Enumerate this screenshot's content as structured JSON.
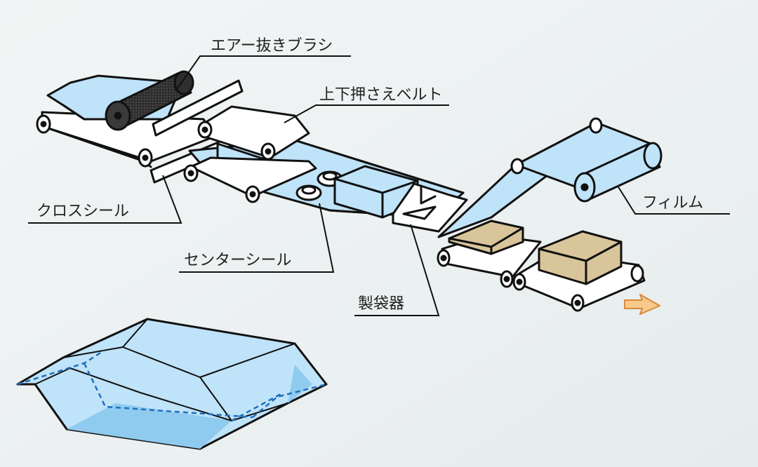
{
  "labels": {
    "air_brush": "エアー抜きブラシ",
    "belt": "上下押さえベルト",
    "cross_seal": "クロスシール",
    "center_seal": "センターシール",
    "bag_former": "製袋器",
    "film": "フィルム"
  },
  "colors": {
    "background": "#EEF2F2",
    "film": "#BFE3F8",
    "film_dark": "#8FCBEE",
    "outline": "#111111",
    "box": "#D9C59A",
    "arrow": "#F7C98A",
    "dashed": "#1F6FC0",
    "roller": "#3A3A3A"
  }
}
